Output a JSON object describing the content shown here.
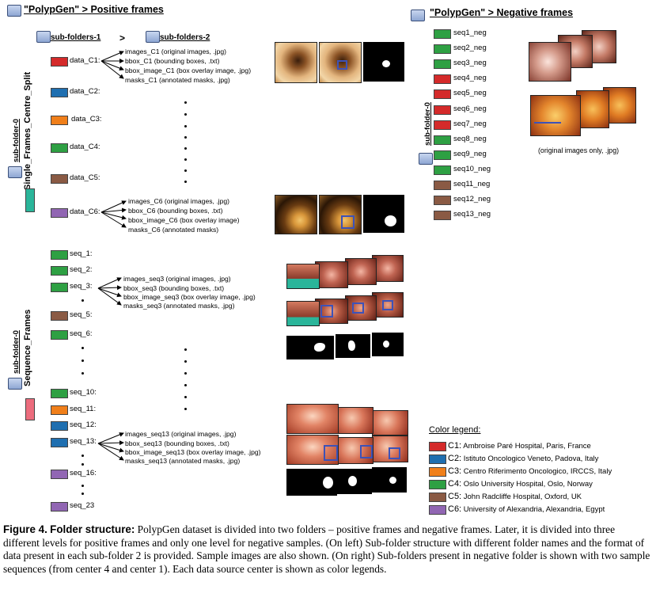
{
  "colors": {
    "C1": "#d42a2a",
    "C2": "#1f6fb0",
    "C3": "#f07f1a",
    "C4": "#2ea043",
    "C5": "#8a5a44",
    "C6": "#9166b3",
    "teal": "#2ab59a",
    "pink": "#ec6c7d"
  },
  "positive": {
    "title": "\"PolypGen\" > Positive frames",
    "sub1": "sub-folders-1",
    "arrow": ">",
    "sub2": "sub-folders-2",
    "single": {
      "subfolder": "sub-folder-0",
      "name": "Single_Frames_Centre_Split"
    },
    "sequence": {
      "subfolder": "sub-folder-0",
      "name": "Sequence_Frames"
    },
    "data_folders": [
      "data_C1:",
      "data_C2:",
      "data_C3:",
      "data_C4:",
      "data_C5:",
      "data_C6:"
    ],
    "c1_files": [
      "images_C1 (original images, .jpg)",
      "bbox_C1 (bounding boxes, .txt)",
      "bbox_image_C1 (box overlay image, .jpg)",
      "masks_C1 (annotated masks, .jpg)"
    ],
    "c6_files": [
      "images_C6 (original images, .jpg)",
      "bbox_C6 (bounding boxes, .txt)",
      "bbox_image_C6 (box overlay image)",
      "masks_C6 (annotated masks)"
    ],
    "seq_folders": [
      "seq_1:",
      "seq_2:",
      "seq_3:",
      "seq_5:",
      "seq_6:",
      "seq_10:",
      "seq_11:",
      "seq_12:",
      "seq_13:",
      "seq_16:",
      "seq_23"
    ],
    "seq3_files": [
      "images_seq3 (original images, .jpg)",
      "bbox_seq3 (bounding boxes, .txt)",
      "bbox_image_seq3 (box overlay image, .jpg)",
      "masks_seq3 (annotated masks, .jpg)"
    ],
    "seq13_files": [
      "images_seq13 (original images, .jpg)",
      "bbox_seq13 (bounding boxes, .txt)",
      "bbox_image_seq13 (box overlay image, .jpg)",
      "masks_seq13 (annotated masks, .jpg)"
    ]
  },
  "negative": {
    "title": "\"PolypGen\" > Negative frames",
    "subfolder": "sub-folder-0",
    "seqs": [
      "seq1_neg",
      "seq2_neg",
      "seq3_neg",
      "seq4_neg",
      "seq5_neg",
      "seq6_neg",
      "seq7_neg",
      "seq8_neg",
      "seq9_neg",
      "seq10_neg",
      "seq11_neg",
      "seq12_neg",
      "seq13_neg"
    ],
    "seq_centres": [
      "C4",
      "C4",
      "C4",
      "C1",
      "C1",
      "C1",
      "C1",
      "C4",
      "C4",
      "C4",
      "C5",
      "C5",
      "C5"
    ],
    "note": "(original images only, .jpg)"
  },
  "legend": {
    "title": "Color legend:",
    "items": [
      {
        "code": "C1:",
        "name": "Ambroise Paré Hospital, Paris, France"
      },
      {
        "code": "C2:",
        "name": "Istituto Oncologico Veneto, Padova, Italy"
      },
      {
        "code": "C3:",
        "name": "Centro Riferimento Oncologico, IRCCS, Italy"
      },
      {
        "code": "C4:",
        "name": "Oslo University Hospital, Oslo, Norway"
      },
      {
        "code": "C5:",
        "name": "John Radcliffe Hospital, Oxford, UK"
      },
      {
        "code": "C6:",
        "name": "University of Alexandria, Alexandria, Egypt"
      }
    ]
  },
  "caption": {
    "label": "Figure 4.",
    "bold": "Folder structure:",
    "text": " PolypGen dataset is divided into two folders – positive frames and negative frames. Later, it is divided into three different levels for positive frames and only one level for negative samples. (On left) Sub-folder structure with different folder names and the format of data present in each sub-folder 2 is provided. Sample images are also shown. (On right) Sub-folders present in negative folder is shown with two sample sequences (from center 4 and center 1). Each data source center is shown as color legends."
  }
}
